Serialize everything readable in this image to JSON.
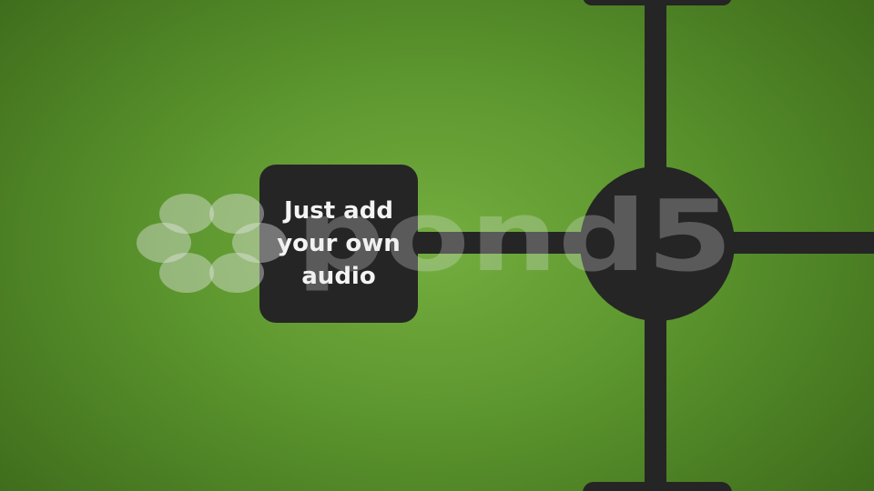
{
  "message": {
    "lines": [
      "Just add",
      "your own",
      "audio"
    ]
  },
  "watermark": {
    "text": "pond5"
  },
  "colors": {
    "background_center": "#74ae3f",
    "background_edge": "#3f6d1c",
    "shape_fill": "#252525",
    "text": "#f4f4f4"
  }
}
